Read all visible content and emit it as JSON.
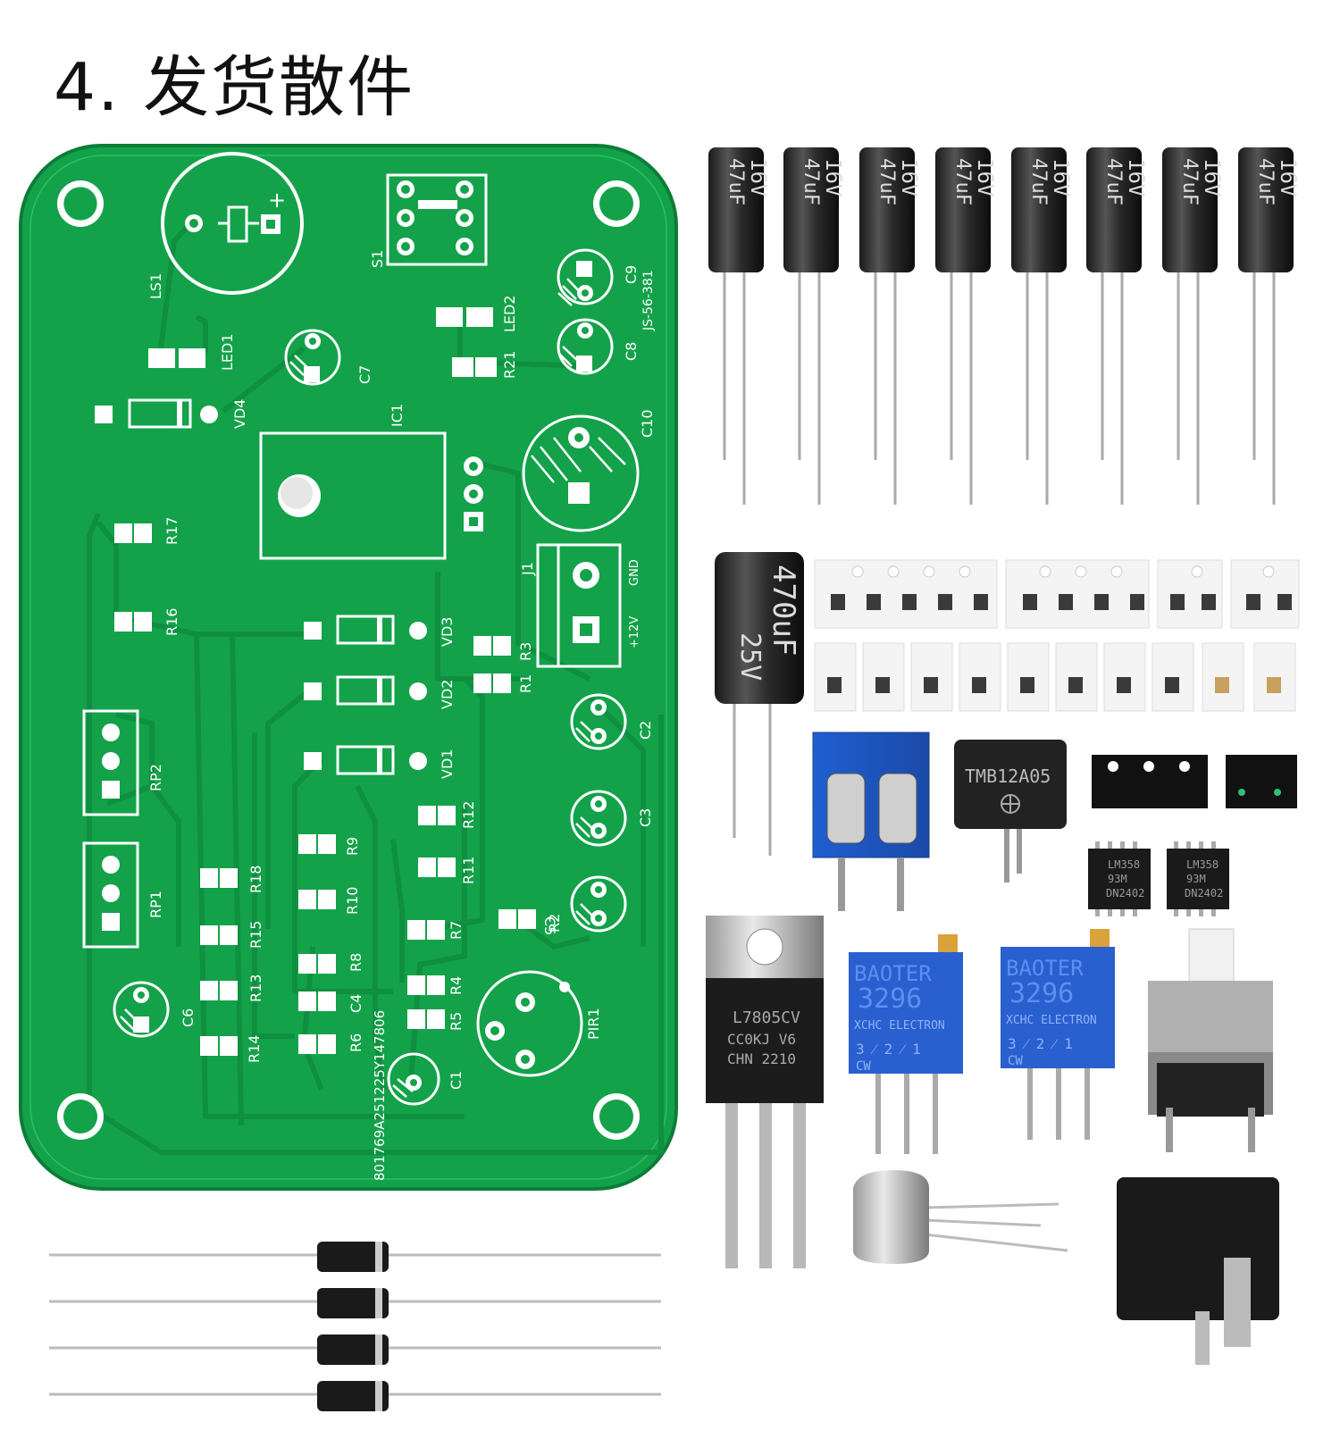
{
  "title": "4. 发货散件",
  "pcb": {
    "board_code": "801769A251225Y147806",
    "labels": {
      "LS1": "LS1",
      "S1": "S1",
      "LED1": "LED1",
      "LED2": "LED2",
      "C9": "C9",
      "JS": "JS-56-381",
      "C7": "C7",
      "C8": "C8",
      "R21": "R21",
      "VD4": "VD4",
      "IC1": "IC1",
      "C10": "C10",
      "R17": "R17",
      "J1": "J1",
      "GND": "GND",
      "V12": "+12V",
      "R16": "R16",
      "VD3": "VD3",
      "R3": "R3",
      "VD2": "VD2",
      "R1": "R1",
      "C2": "C2",
      "RP2": "RP2",
      "VD1": "VD1",
      "R12": "R12",
      "C3": "C3",
      "R9": "R9",
      "R11": "R11",
      "R18": "R18",
      "R10": "R10",
      "RP1": "RP1",
      "C5": "C5",
      "R2": "R2",
      "R15": "R15",
      "R7": "R7",
      "R8": "R8",
      "R13": "R13",
      "C4": "C4",
      "R4": "R4",
      "C6": "C6",
      "R5": "R5",
      "PIR1": "PIR1",
      "R14": "R14",
      "R6": "R6",
      "C1": "C1"
    }
  },
  "parts": {
    "small_cap": {
      "line1": "16V",
      "line2": "47uF",
      "line3": "16V 47uF"
    },
    "big_cap": {
      "line1": "470uF",
      "line2": "25V"
    },
    "buzzer": {
      "label": "TMB12A05"
    },
    "lm358": {
      "line1": "LM358",
      "line2": "93M",
      "line3": "DN2402"
    },
    "regulator": {
      "line1": "L7805CV",
      "line2": "CC0KJ V6",
      "line3": "CHN 2210"
    },
    "trimpot": {
      "brand": "BAOTER",
      "model": "3296",
      "maker": "XCHC ELECTRON",
      "pins": "3 ⁄ 2 ⁄ 1",
      "cw": "CW"
    }
  }
}
